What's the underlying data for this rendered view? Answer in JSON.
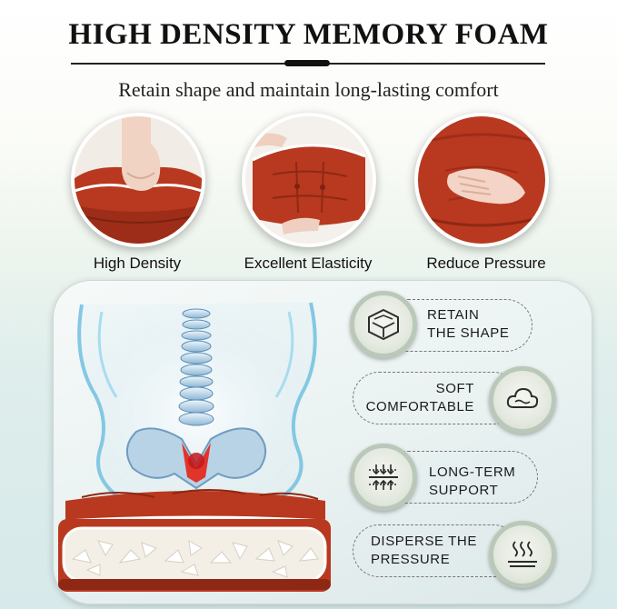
{
  "header": {
    "title": "HIGH DENSITY MEMORY FOAM",
    "subtitle": "Retain shape and maintain long-lasting comfort"
  },
  "benefits": [
    {
      "label": "High Density"
    },
    {
      "label": "Excellent Elasticity"
    },
    {
      "label": "Reduce Pressure"
    }
  ],
  "features": [
    {
      "line1": "RETAIN",
      "line2": "THE SHAPE",
      "icon": "cube-icon"
    },
    {
      "line1": "SOFT",
      "line2": "COMFORTABLE",
      "icon": "cloud-icon"
    },
    {
      "line1": "LONG-TERM",
      "line2": "SUPPORT",
      "icon": "compress-arrows-icon"
    },
    {
      "line1": "DISPERSE THE",
      "line2": "PRESSURE",
      "icon": "heat-waves-icon"
    }
  ],
  "colors": {
    "cushion": "#b8391f",
    "cushion_dark": "#8e2814",
    "badge_ring": "#b9c8b9",
    "title": "#111111"
  }
}
